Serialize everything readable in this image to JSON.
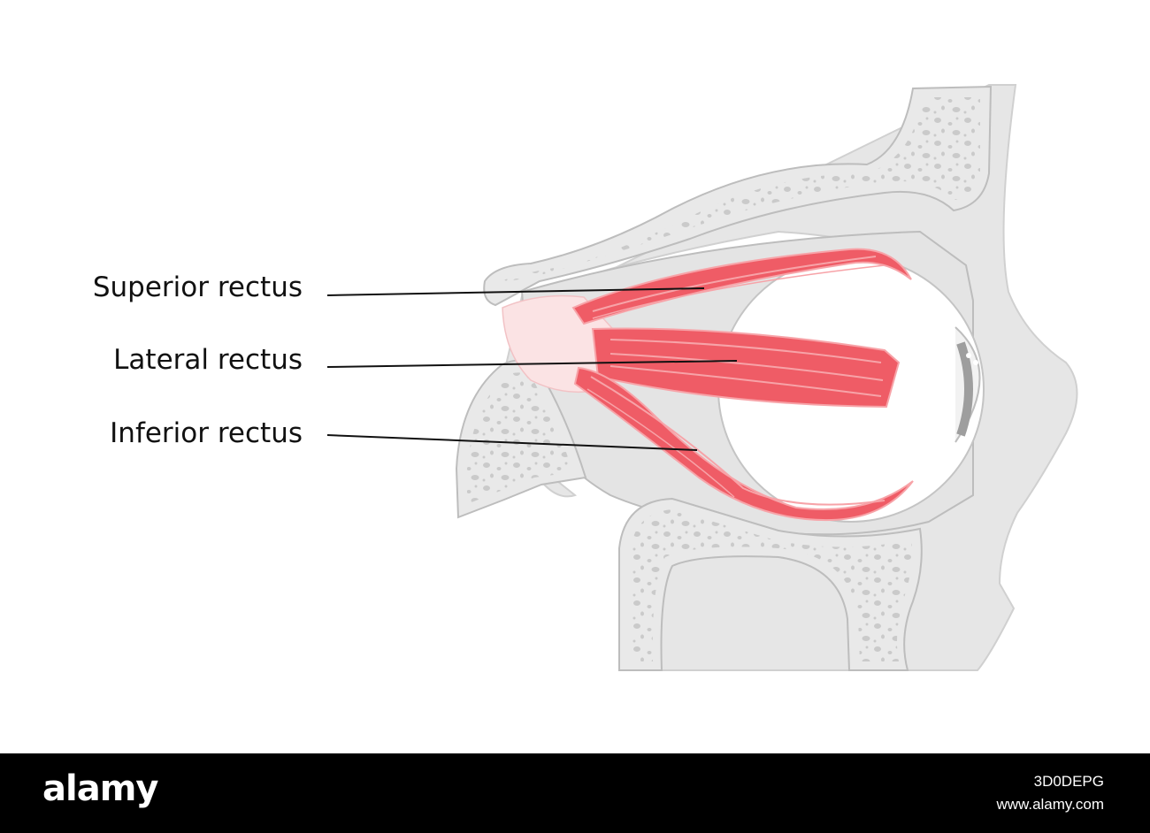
{
  "labels": {
    "superior": "Superior rectus",
    "lateral": "Lateral rectus",
    "inferior": "Inferior rectus"
  },
  "footer": {
    "logo": "alamy",
    "image_id": "3D0DEPG",
    "site": "www.alamy.com"
  },
  "colors": {
    "bone": "#e6e6e6",
    "bone_spots": "#c7c7c7",
    "tissue": "#e6e6e6",
    "outline": "#bdbdbd",
    "muscle": "#ef5c66",
    "muscle_light": "#f7a3a8",
    "leader_line": "#111111",
    "footer_bg": "#000000"
  }
}
